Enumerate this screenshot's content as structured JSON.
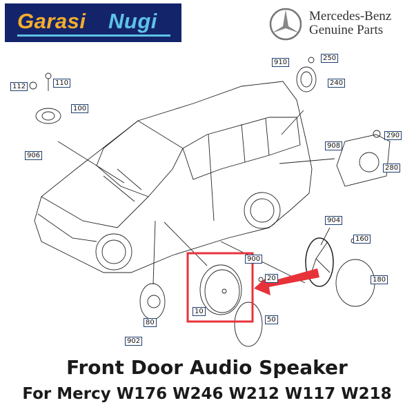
{
  "brand": {
    "part1": "Garasi",
    "part2": "Nugi",
    "colors": {
      "bg": "#14246b",
      "part1": "#f4ad2c",
      "part2": "#5ec3e6"
    }
  },
  "maker": {
    "line1": "Mercedes-Benz",
    "line2": "Genuine Parts"
  },
  "part_labels": [
    "112",
    "110",
    "100",
    "906",
    "910",
    "250",
    "240",
    "908",
    "290",
    "280",
    "904",
    "160",
    "900",
    "20",
    "10",
    "50",
    "180",
    "80",
    "902"
  ],
  "highlight_color": "#e8323a",
  "title": {
    "line1": "Front Door Audio Speaker",
    "line2": "For Mercy W176 W246 W212 W117 W218"
  }
}
